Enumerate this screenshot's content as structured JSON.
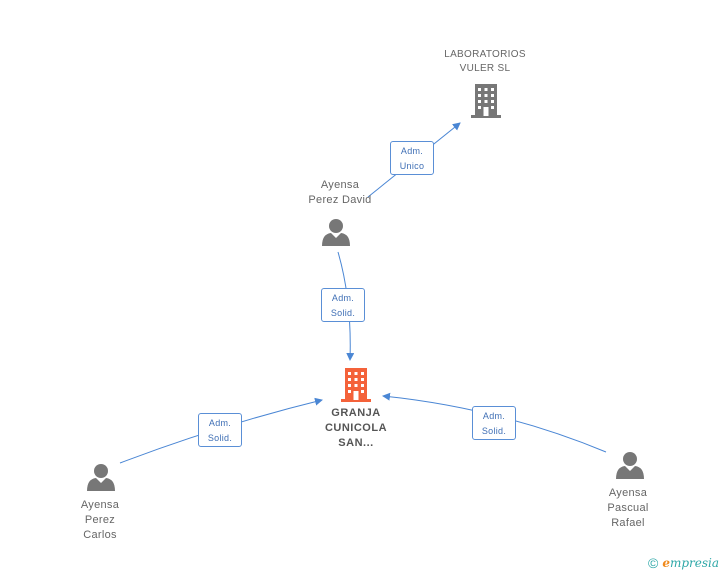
{
  "nodes": {
    "laboratorios": {
      "lines": [
        "LABORATORIOS",
        "VULER  SL"
      ],
      "color": "#777777"
    },
    "david": {
      "lines": [
        "Ayensa",
        "Perez David"
      ],
      "color": "#777777"
    },
    "granja": {
      "lines": [
        "GRANJA",
        "CUNICOLA",
        "SAN..."
      ],
      "color": "#f4623a"
    },
    "carlos": {
      "lines": [
        "Ayensa",
        "Perez",
        "Carlos"
      ],
      "color": "#777777"
    },
    "rafael": {
      "lines": [
        "Ayensa",
        "Pascual",
        "Rafael"
      ],
      "color": "#777777"
    }
  },
  "edges": {
    "david_lab": {
      "lines": [
        "Adm.",
        "Unico"
      ]
    },
    "david_granja": {
      "lines": [
        "Adm.",
        "Solid."
      ]
    },
    "carlos_granja": {
      "lines": [
        "Adm.",
        "Solid."
      ]
    },
    "rafael_granja": {
      "lines": [
        "Adm.",
        "Solid."
      ]
    }
  },
  "colors": {
    "edge": "#4a86d4",
    "edge_label_text": "#3f6fb5"
  },
  "brand": {
    "copyright": "©",
    "name_first": "e",
    "name_rest": "mpresia"
  }
}
